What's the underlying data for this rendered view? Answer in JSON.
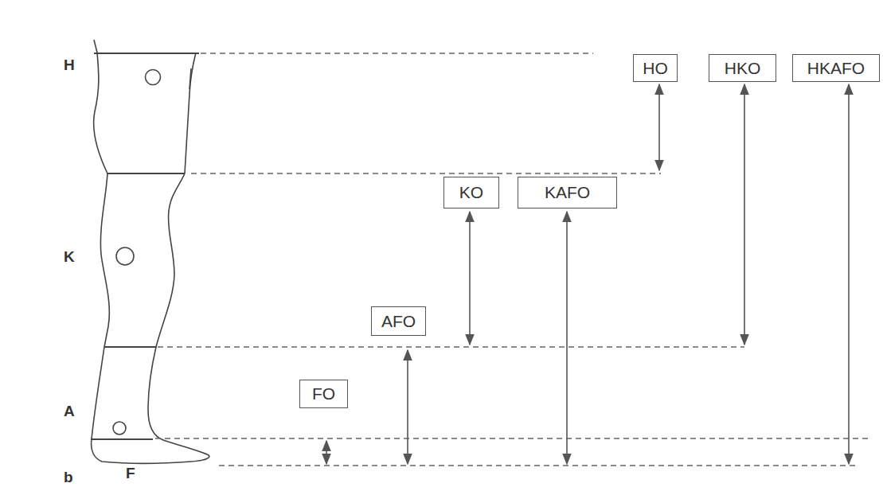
{
  "diagram": {
    "nodes": [
      {
        "text": [
          "HO"
        ]
      },
      {
        "text": [
          "HKO"
        ]
      },
      {
        "text": [
          "HKAFO"
        ]
      },
      {
        "text": [
          "KO"
        ]
      },
      {
        "text": [
          "KAFO"
        ]
      },
      {
        "text": [
          "AFO"
        ]
      },
      {
        "text": [
          "FO"
        ]
      }
    ],
    "labels": [
      "H",
      "K",
      "A",
      "b",
      "F"
    ]
  }
}
